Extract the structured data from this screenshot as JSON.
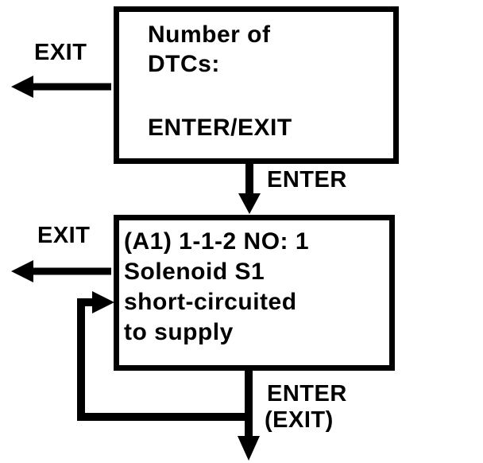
{
  "colors": {
    "ink": "#000000",
    "paper": "#ffffff"
  },
  "top_box": {
    "lines": [
      "Number of",
      "DTCs:",
      "ENTER/EXIT"
    ]
  },
  "bottom_box": {
    "lines": [
      "(A1) 1-1-2 NO: 1",
      "Solenoid S1",
      "short-circuited",
      "to supply"
    ]
  },
  "labels": {
    "exit_top": "EXIT",
    "enter_top": "ENTER",
    "exit_bottom": "EXIT",
    "enter_bottom": "ENTER",
    "enter_bottom_paren": "(EXIT)"
  },
  "icons": {
    "exit_arrow_top": "arrow-left",
    "enter_arrow": "arrow-down",
    "exit_arrow_bottom": "arrow-left",
    "loop_arrow": "arrow-loop-back-right",
    "continue_arrow": "arrow-down"
  }
}
